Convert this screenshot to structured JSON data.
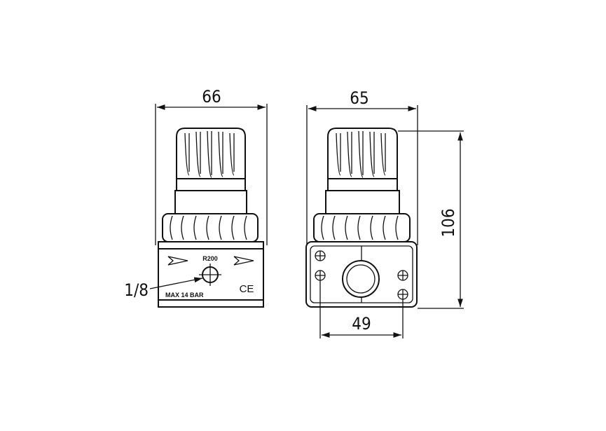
{
  "drawing": {
    "front_view": {
      "width_label": "66",
      "port_label": "1/8",
      "model_text": "R200",
      "pressure_text": "MAX 14 BAR",
      "mark_text": "CE"
    },
    "side_view": {
      "width_label": "65",
      "height_label": "106",
      "mount_spacing_label": "49"
    }
  }
}
